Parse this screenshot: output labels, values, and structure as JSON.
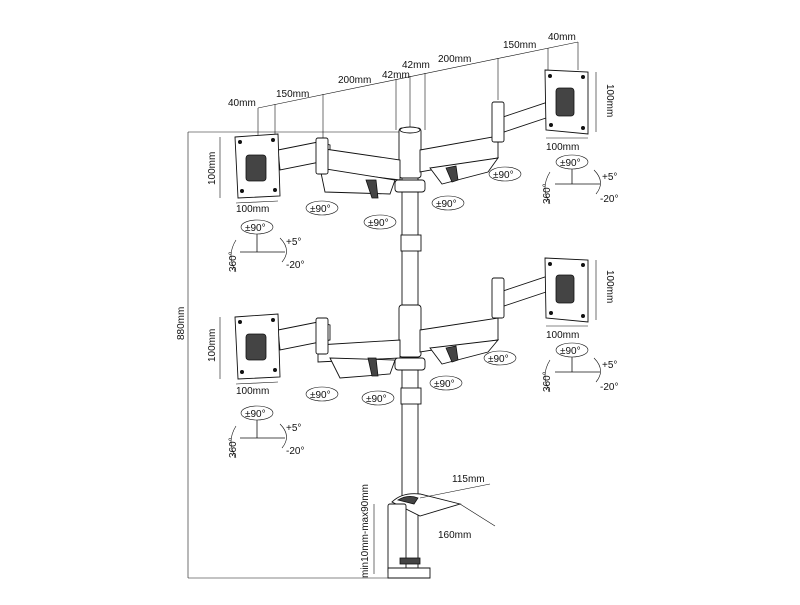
{
  "diagram": {
    "dimensions": {
      "top_40_left": "40mm",
      "top_150_left": "150mm",
      "top_200_left": "200mm",
      "top_42_left": "42mm",
      "top_42_right": "42mm",
      "top_200_right": "200mm",
      "top_150_right": "150mm",
      "top_40_right": "40mm",
      "height_total": "880mm",
      "plate_w": "100mm",
      "plate_h": "100mm",
      "clamp_range": "min10mm-max90mm",
      "clamp_115": "115mm",
      "clamp_160": "160mm"
    },
    "angles": {
      "swivel": "±90°",
      "rotate": "360°",
      "tilt_up": "+5°",
      "tilt_down": "-20°"
    },
    "colors": {
      "line": "#111111",
      "fill": "#ffffff",
      "dark_part": "#444444"
    }
  }
}
